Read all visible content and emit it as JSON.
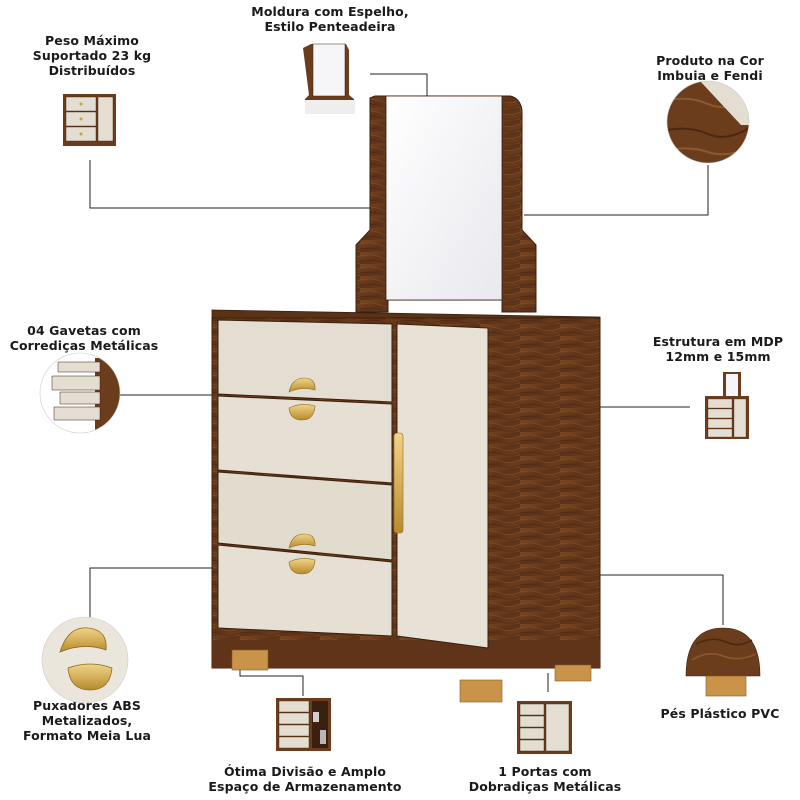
{
  "colors": {
    "wood": "#6b3d1c",
    "wood_dark": "#4a2710",
    "fendi": "#e4ded2",
    "gold": "#d8b45a",
    "foot": "#c9934a",
    "mirror": "#f7f7f9",
    "line": "#222222"
  },
  "labels": {
    "mirror_frame": [
      "Moldura com Espelho,",
      "Estilo Penteadeira"
    ],
    "max_weight": [
      "Peso Máximo",
      "Suportado 23 kg",
      "Distribuídos"
    ],
    "color": [
      "Produto na Cor",
      "Imbuia e Fendi"
    ],
    "drawers": [
      "04 Gavetas com",
      "Corrediças Metálicas"
    ],
    "structure": [
      "Estrutura em MDP",
      "12mm e 15mm"
    ],
    "handles": [
      "Puxadores ABS",
      "Metalizados,",
      "Formato Meia Lua"
    ],
    "storage": [
      "Ótima Divisão e Amplo",
      "Espaço de Armazenamento"
    ],
    "door": [
      "1 Portas com",
      "Dobradiças Metálicas"
    ],
    "feet": [
      "Pés Plástico PVC"
    ]
  }
}
